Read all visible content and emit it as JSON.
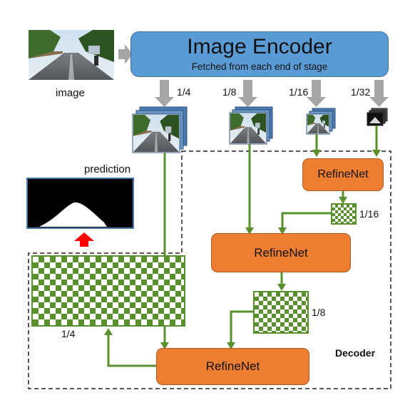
{
  "encoder": {
    "title": "Image Encoder",
    "subtitle": "Fetched from each end of stage"
  },
  "input_label": "image",
  "prediction_label": "prediction",
  "scales": {
    "s4": "1/4",
    "s8": "1/8",
    "s16": "1/16",
    "s32": "1/32"
  },
  "refinenet": {
    "top": "RefineNet",
    "middle": "RefineNet",
    "bottom": "RefineNet"
  },
  "intermediate_scales": {
    "after_top": "1/16",
    "after_middle": "1/8",
    "final": "1/4"
  },
  "decoder_label": "Decoder",
  "colors": {
    "encoder": "#5b9bd5",
    "refinenet": "#ed7d31",
    "flow_arrow": "#5a8f2e",
    "feature_arrow": "#a6a6a6",
    "output_arrow": "#ff0000"
  }
}
